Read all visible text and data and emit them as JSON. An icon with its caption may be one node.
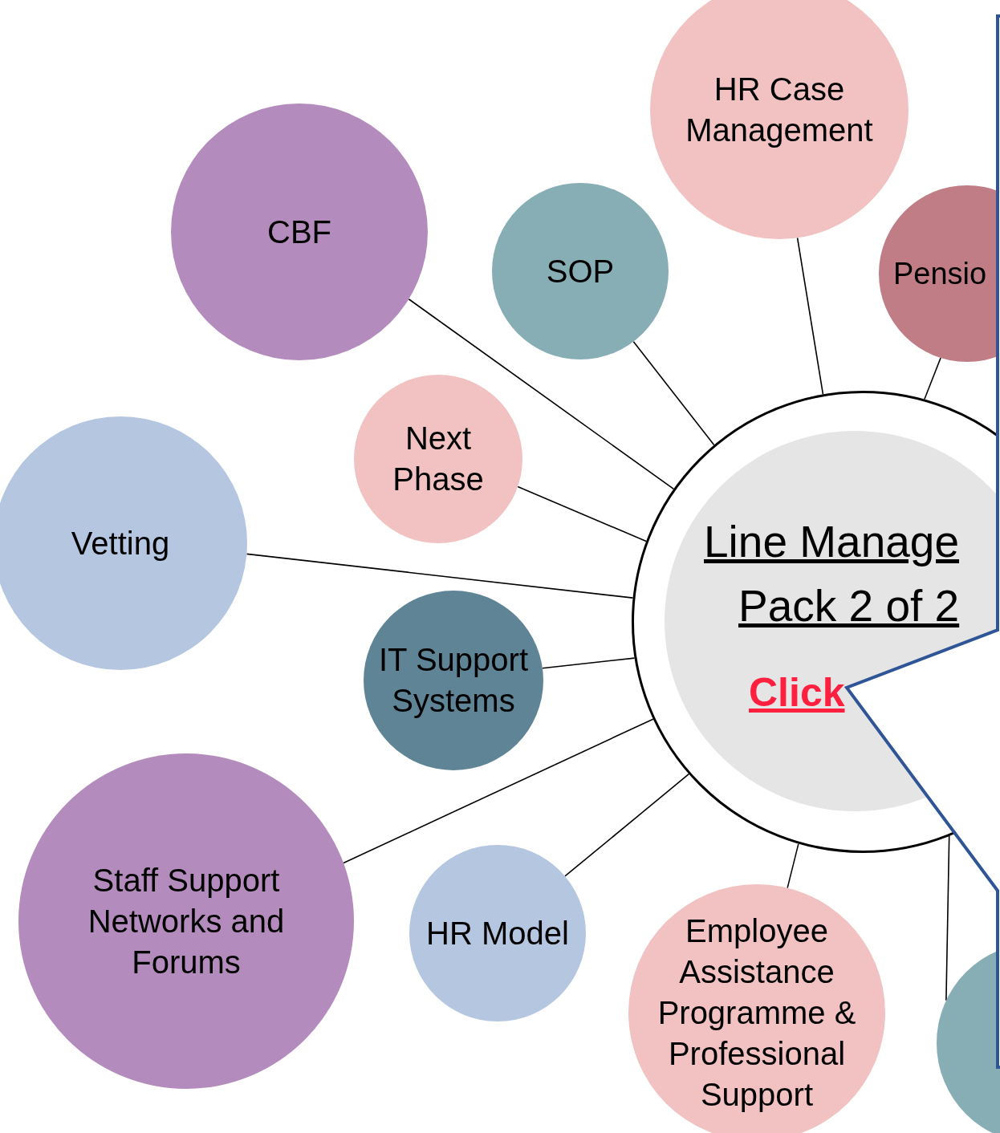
{
  "diagram": {
    "nodes": [
      {
        "text": [
          "Line Manage",
          "Pack 2 of 2",
          "Click"
        ]
      },
      {
        "text": [
          "HR Case Management"
        ]
      },
      {
        "text": [
          "CBF"
        ]
      },
      {
        "text": [
          "SOP"
        ]
      },
      {
        "text": [
          "Pensio"
        ]
      },
      {
        "text": [
          "Next Phase"
        ]
      },
      {
        "text": [
          "Vetting"
        ]
      },
      {
        "text": [
          "IT Support Systems"
        ]
      },
      {
        "text": [
          "Staff Support Networks and Forums"
        ]
      },
      {
        "text": [
          "HR Model"
        ]
      },
      {
        "text": [
          "Employee Assistance Programme & Professional Support"
        ]
      },
      {
        "text": [],
        "shape": "circle"
      },
      {
        "text": [],
        "shape": "callout"
      }
    ],
    "edges": [
      {
        "from": 1,
        "to": 0,
        "arrow": "none"
      },
      {
        "from": 2,
        "to": 0,
        "arrow": "none"
      },
      {
        "from": 3,
        "to": 0,
        "arrow": "none"
      },
      {
        "from": 4,
        "to": 0,
        "arrow": "none"
      },
      {
        "from": 5,
        "to": 0,
        "arrow": "none"
      },
      {
        "from": 6,
        "to": 0,
        "arrow": "none"
      },
      {
        "from": 7,
        "to": 0,
        "arrow": "none"
      },
      {
        "from": 8,
        "to": 0,
        "arrow": "none"
      },
      {
        "from": 9,
        "to": 0,
        "arrow": "none"
      },
      {
        "from": 10,
        "to": 0,
        "arrow": "none"
      },
      {
        "from": 11,
        "to": 0,
        "arrow": "none"
      }
    ]
  }
}
